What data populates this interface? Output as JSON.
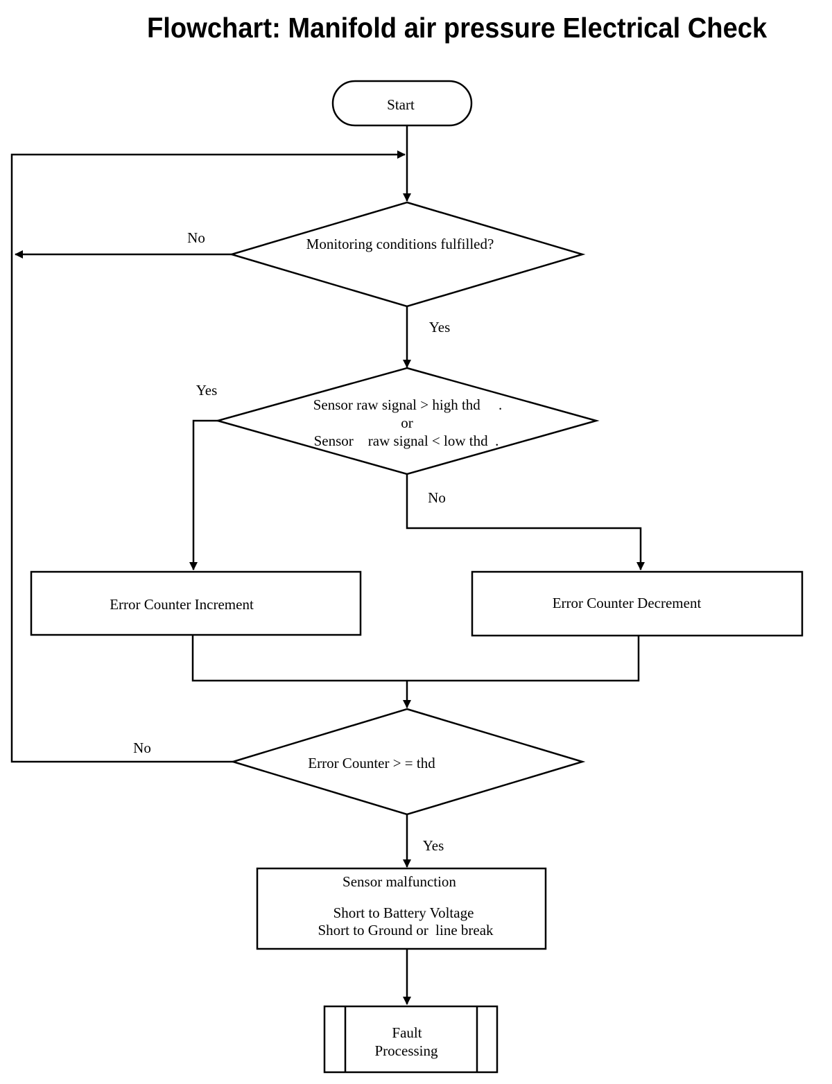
{
  "title": "Flowchart:  Manifold air pressure Electrical Check",
  "nodes": {
    "start": "Start",
    "monitoring": "Monitoring  conditions fulfilled?",
    "sensor_line1": "Sensor raw signal > high thd     .",
    "sensor_line2": "or",
    "sensor_line3": "Sensor    raw signal < low thd  .",
    "increment": "Error Counter Increment",
    "decrement": "Error Counter Decrement",
    "counter_check": "Error Counter > = thd",
    "malfunction_line1": "Sensor malfunction",
    "malfunction_line2": "Short to Battery Voltage",
    "malfunction_line3": "Short to Ground or  line break",
    "fault_line1": "Fault",
    "fault_line2": "Processing"
  },
  "edges": {
    "monitoring_no": "No",
    "monitoring_yes": "Yes",
    "sensor_yes": "Yes",
    "sensor_no": "No",
    "counter_no": "No",
    "counter_yes": "Yes"
  }
}
